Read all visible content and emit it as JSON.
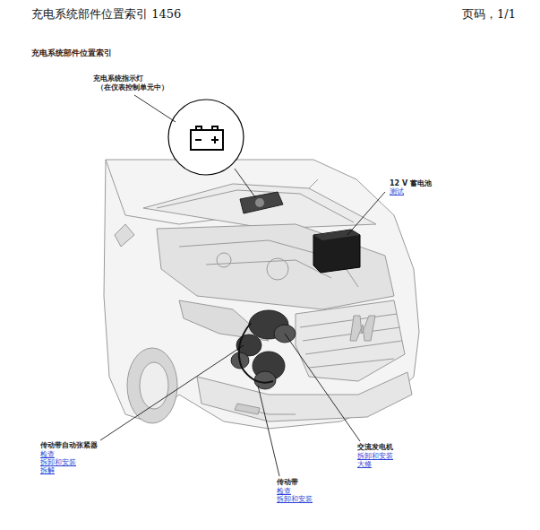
{
  "diagram": {
    "title": "充电系统部件位置索引",
    "labels": [
      "充电系统部件位置索引 1456",
      "页码，1/1",
      "充电系统指示灯",
      "（在仪表控制单元中）",
      "12 V 蓄电池",
      "测试",
      "传动带自动张紧器",
      "检查",
      "拆卸和安装",
      "拆解",
      "交流发电机",
      "拆卸和安装",
      "大修",
      "传动带",
      "检查",
      "拆卸和安装"
    ]
  }
}
